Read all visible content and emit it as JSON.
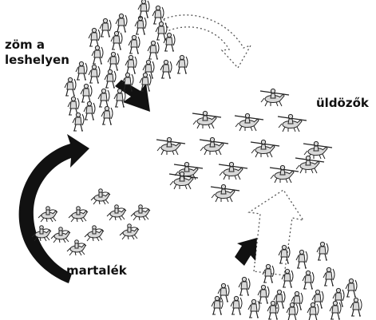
{
  "labels": {
    "main_force_line1": "zöm a",
    "main_force_line2": "leshelyen",
    "pursuers": "üldözők",
    "bait": "martalék"
  },
  "colors": {
    "ink": "#111111",
    "figure_fill": "#d8d8d8",
    "figure_stroke": "#222222",
    "background": "#ffffff"
  },
  "groups": [
    {
      "id": "main-force",
      "unit": "archer",
      "count": 30
    },
    {
      "id": "pursuers",
      "unit": "lancer",
      "count": 14
    },
    {
      "id": "bait",
      "unit": "rider",
      "count": 10
    },
    {
      "id": "ambush-reserve",
      "unit": "archer",
      "count": 23
    }
  ],
  "arrows": [
    {
      "id": "main-force-sweep-arrow",
      "style": "dotted-outline"
    },
    {
      "id": "main-force-attack-arrow",
      "style": "solid"
    },
    {
      "id": "bait-retreat-curve-arrow",
      "style": "solid-curved"
    },
    {
      "id": "reserve-flank-arrow",
      "style": "dotted-outline"
    },
    {
      "id": "reserve-attack-arrow",
      "style": "solid"
    }
  ]
}
